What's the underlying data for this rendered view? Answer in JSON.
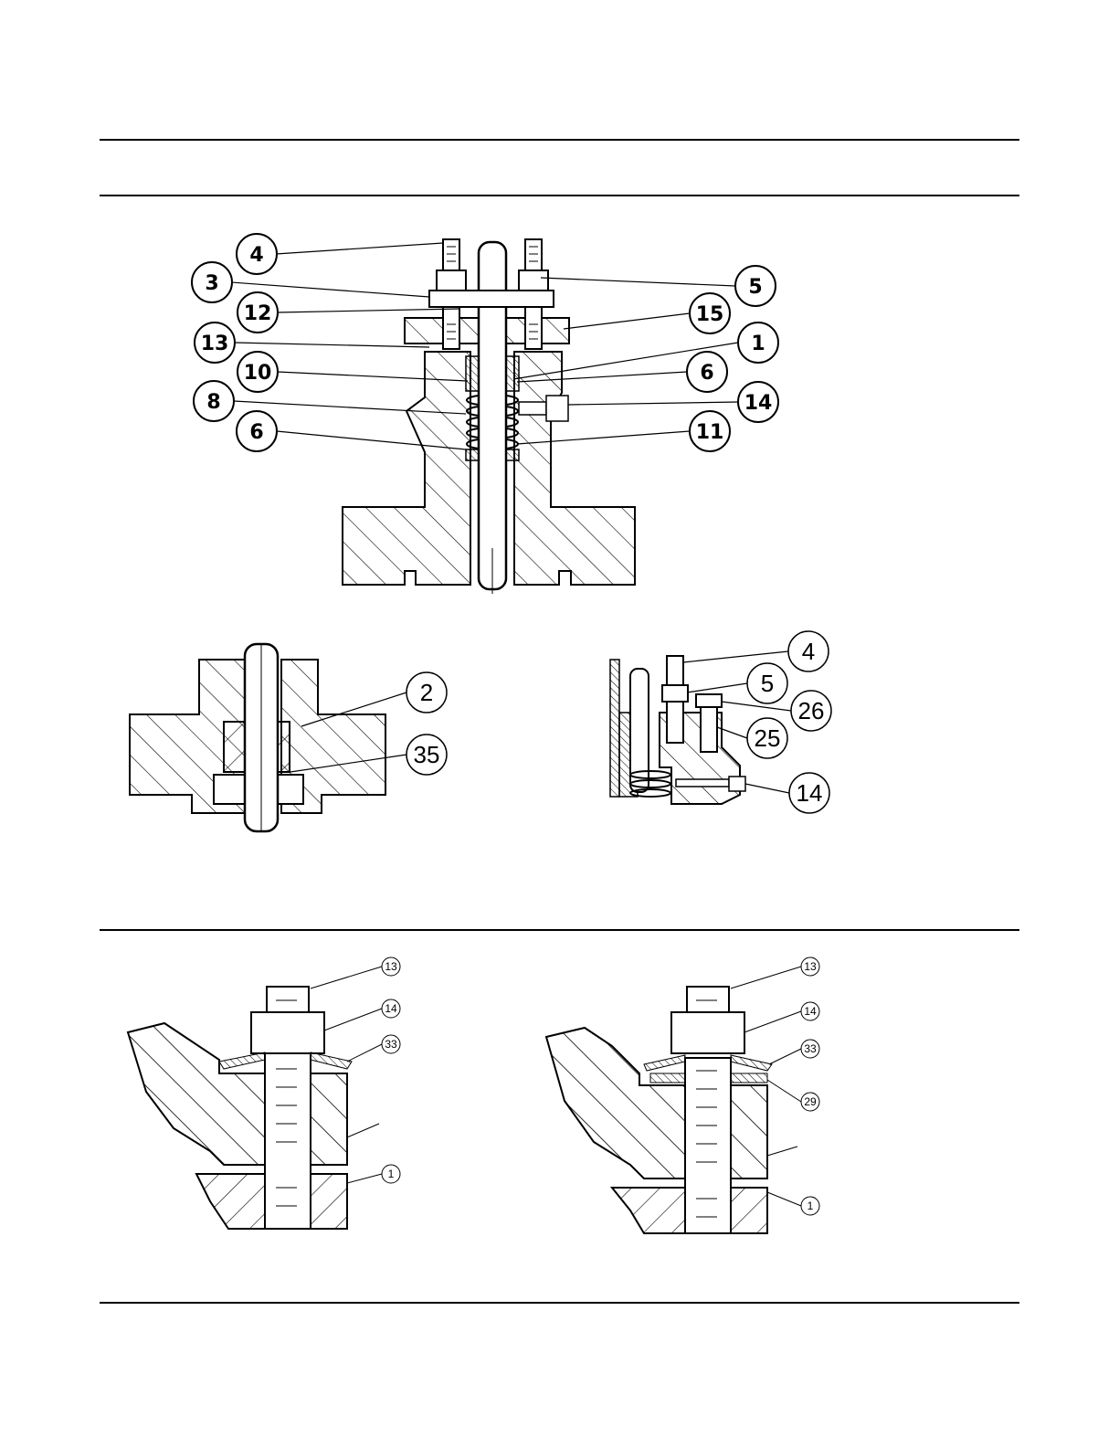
{
  "figure1": {
    "callouts": [
      "4",
      "3",
      "12",
      "13",
      "10",
      "8",
      "6",
      "5",
      "15",
      "1",
      "6",
      "14",
      "11"
    ]
  },
  "figure2": {
    "callouts": [
      "2",
      "35"
    ]
  },
  "figure3": {
    "callouts": [
      "4",
      "5",
      "26",
      "25",
      "14"
    ]
  },
  "figure4": {
    "callouts": [
      "13",
      "14",
      "33",
      "1"
    ]
  },
  "figure5": {
    "callouts": [
      "13",
      "14",
      "33",
      "29",
      "1"
    ]
  }
}
